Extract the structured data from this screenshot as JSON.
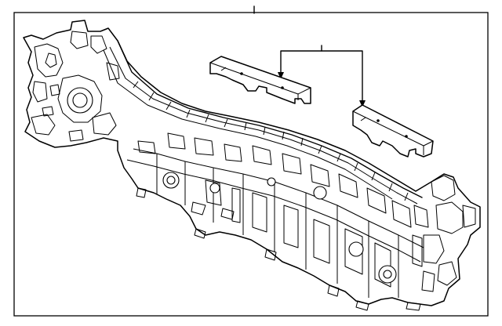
{
  "diagram": {
    "parts": [
      {
        "id": "rear-panel-assembly"
      },
      {
        "id": "upper-reinforcement-left"
      },
      {
        "id": "upper-reinforcement-right"
      }
    ],
    "callouts": [
      {
        "id": "callout-main"
      },
      {
        "id": "callout-reinforcements"
      }
    ]
  }
}
